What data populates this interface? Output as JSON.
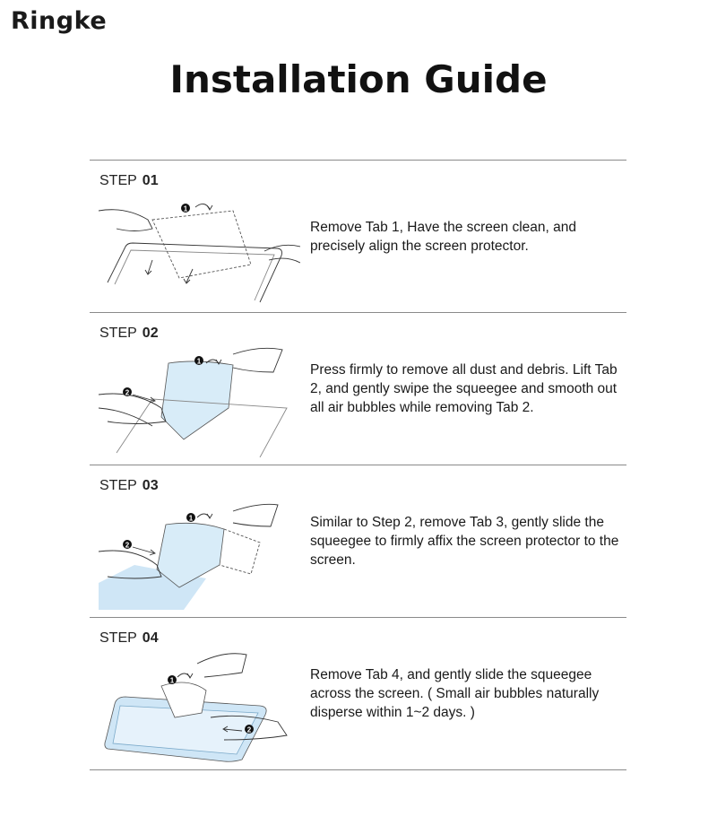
{
  "brand": "Ringke",
  "title": "Installation Guide",
  "steps": [
    {
      "label": "STEP",
      "number": "01",
      "text": "Remove Tab 1, Have the screen clean, and precisely align the screen protector."
    },
    {
      "label": "STEP",
      "number": "02",
      "text": "Press firmly to remove all dust and debris. Lift Tab 2, and gently swipe the squeegee and smooth out all air bubbles while removing Tab 2."
    },
    {
      "label": "STEP",
      "number": "03",
      "text": "Similar to Step 2, remove Tab 3, gently slide the squeegee to firmly affix the screen protector to the screen."
    },
    {
      "label": "STEP",
      "number": "04",
      "text": "Remove Tab 4, and gently slide the squeegee across the screen. ( Small air bubbles naturally disperse within 1~2 days. )"
    }
  ],
  "markers": {
    "one": "1",
    "two": "2"
  },
  "colors": {
    "ink": "#1a1a1a",
    "divider": "#8a8a8a",
    "film_blue": "#cfe6f6"
  }
}
